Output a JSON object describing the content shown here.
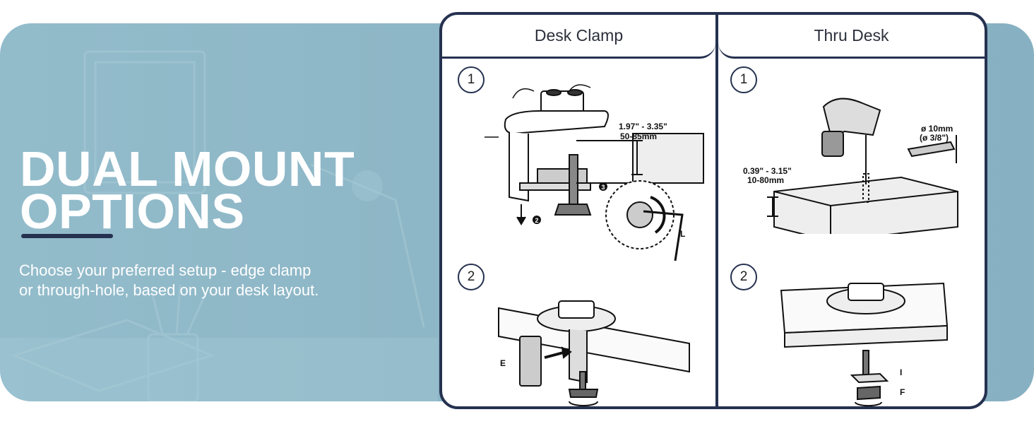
{
  "headline": {
    "line1": "DUAL MOUNT",
    "line2": "OPTIONS"
  },
  "subtitle": {
    "line1": "Choose your preferred setup - edge clamp",
    "line2": "or through-hole, based on your desk layout."
  },
  "columns": [
    {
      "tab": "Desk Clamp",
      "steps": [
        {
          "number": "1",
          "range_in": "1.97\" - 3.35\"",
          "range_mm": "50-85mm",
          "callout_3": "3",
          "callout_2": "2",
          "part_l": "L"
        },
        {
          "number": "2",
          "part_e": "E"
        }
      ]
    },
    {
      "tab": "Thru Desk",
      "steps": [
        {
          "number": "1",
          "hole_mm": "ø 10mm",
          "hole_in": "(ø 3/8\")",
          "range_in": "0.39\" - 3.15\"",
          "range_mm": "10-80mm"
        },
        {
          "number": "2",
          "part_i": "I",
          "part_f": "F"
        }
      ]
    }
  ],
  "colors": {
    "banner": "#8db6c6",
    "navy": "#25314f",
    "text_white": "#ffffff"
  }
}
